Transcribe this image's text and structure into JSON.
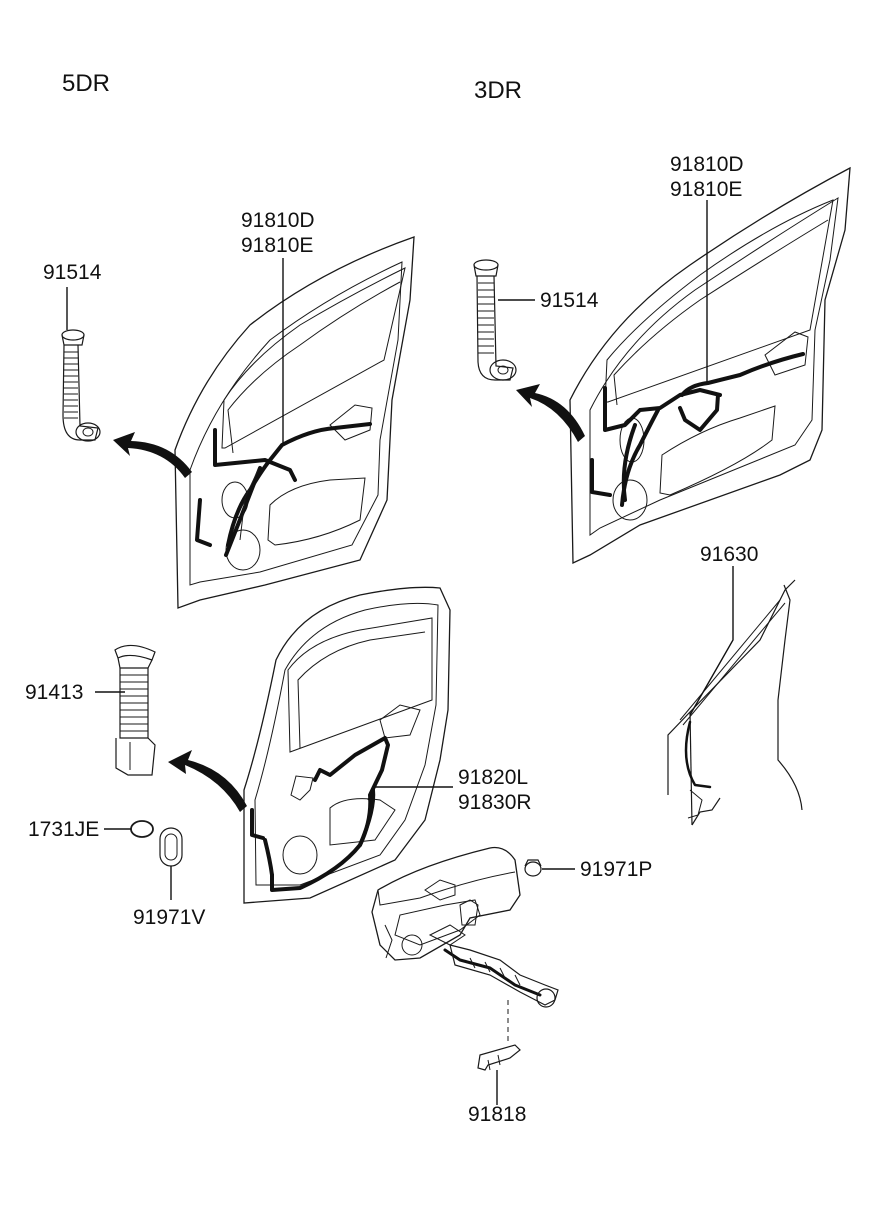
{
  "headers": {
    "five_door": "5DR",
    "three_door": "3DR"
  },
  "parts": {
    "p91810d_5dr": "91810D",
    "p91810e_5dr": "91810E",
    "p91514_5dr": "91514",
    "p91810d_3dr": "91810D",
    "p91810e_3dr": "91810E",
    "p91514_3dr": "91514",
    "p91630": "91630",
    "p91413": "91413",
    "p91820l": "91820L",
    "p91830r": "91830R",
    "p1731je": "1731JE",
    "p91971v": "91971V",
    "p91971p": "91971P",
    "p91818": "91818"
  }
}
